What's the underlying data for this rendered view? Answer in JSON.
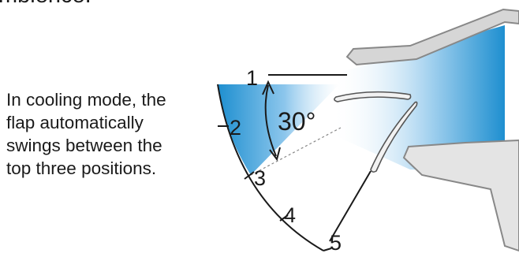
{
  "heading_fragment": "mbience.",
  "caption_lines": [
    "In cooling mode, the",
    "flap automatically",
    "swings between the",
    "top three positions."
  ],
  "angle_label": "30°",
  "positions": [
    "1",
    "2",
    "3",
    "4",
    "5"
  ],
  "colors": {
    "airflow_blue": "#1e8fd0",
    "airflow_light": "#dceefa",
    "line": "#1a1a1a",
    "unit_gray": "#9a9a9a"
  }
}
